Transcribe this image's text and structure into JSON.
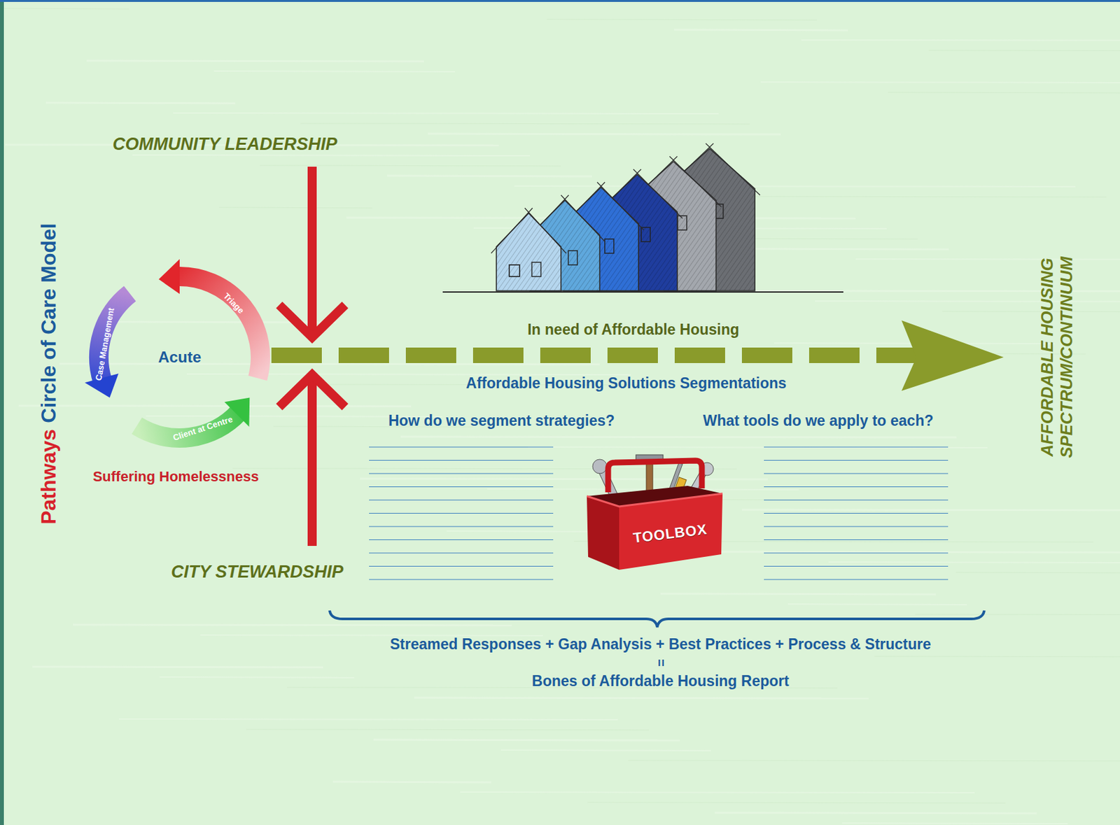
{
  "diagram": {
    "nodes": [
      {
        "text": [
          "Acute"
        ]
      },
      {
        "text": [
          "TOOLBOX"
        ]
      }
    ],
    "labels": [
      "Pathways",
      "Circle of Care Model",
      "COMMUNITY LEADERSHIP",
      "Triage",
      "Case Management",
      "Client at Centre",
      "Suffering Homelessness",
      "In need of Affordable Housing",
      "Affordable Housing Solutions Segmentations",
      "How do we segment strategies?",
      "What tools do we apply to each?",
      "CITY STEWARDSHIP",
      "Streamed Responses + Gap Analysis + Best Practices + Process & Structure",
      "=",
      "Bones of Affordable Housing Report",
      "AFFORDABLE HOUSING SPECTRUM/CONTINUUM"
    ]
  }
}
